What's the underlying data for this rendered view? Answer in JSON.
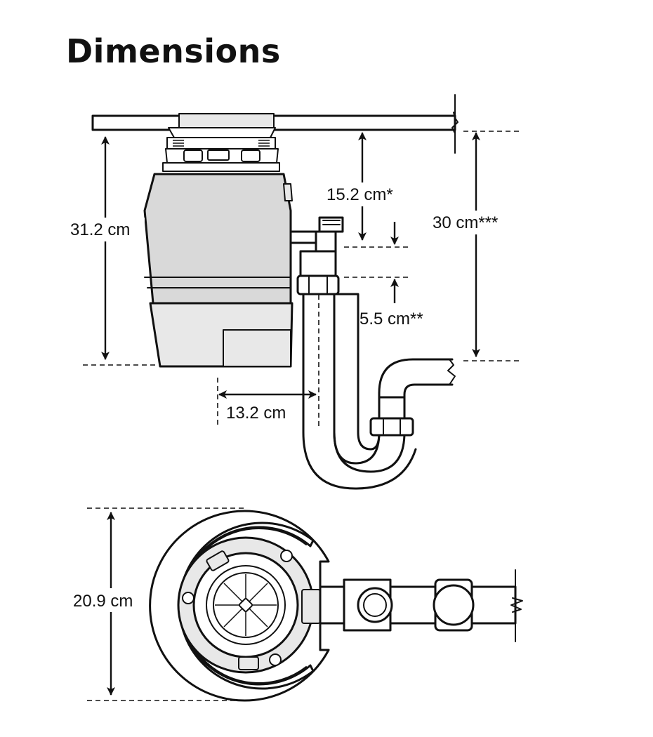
{
  "title": "Dimensions",
  "dimensions": {
    "height_total": "31.2 cm",
    "sink_to_inlet": "15.2 cm*",
    "inlet_offset": "5.5 cm**",
    "sink_to_drain": "30 cm***",
    "outlet_horizontal": "13.2 cm",
    "diameter": "20.9 cm"
  }
}
